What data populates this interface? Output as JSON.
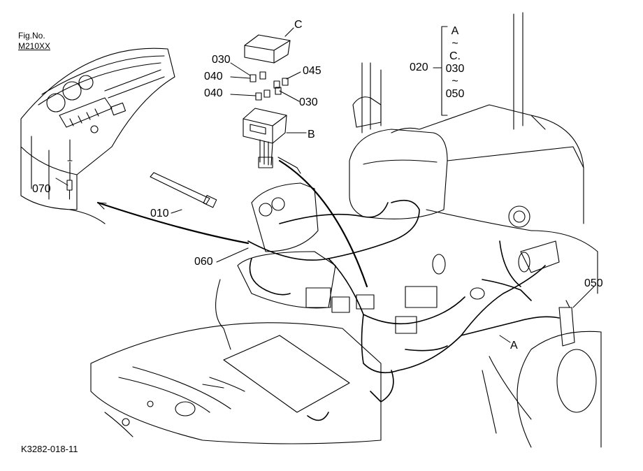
{
  "figure": {
    "fig_label": "Fig.No.",
    "fig_number": "M210XX",
    "ref_code": "K3282-018-11"
  },
  "callouts": {
    "c_top": "C",
    "b_label": "B",
    "a_label": "A",
    "p030a": "030",
    "p040a": "040",
    "p045": "045",
    "p040b": "040",
    "p030b": "030",
    "p070": "070",
    "p010": "010",
    "p060": "060",
    "p050": "050",
    "p020": "020"
  },
  "bracket_range": {
    "from": "A",
    "tilde1": "~",
    "to": "C.",
    "mid": "030",
    "tilde2": "~",
    "end": "050"
  }
}
